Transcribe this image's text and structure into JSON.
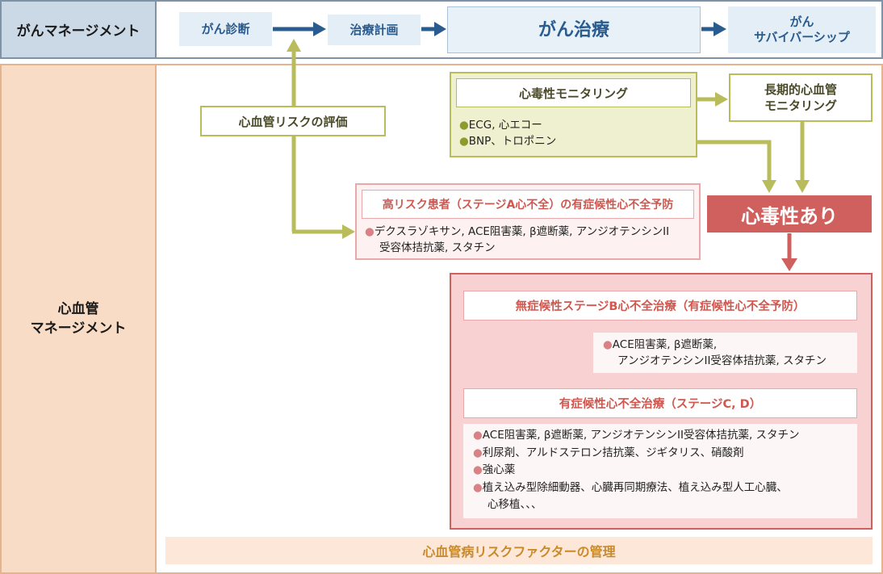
{
  "top": {
    "label": "がんマネージメント",
    "steps": [
      {
        "label": "がん診断"
      },
      {
        "label": "治療計画"
      },
      {
        "label": "がん治療"
      },
      {
        "line1": "がん",
        "line2": "サバイバーシップ"
      }
    ]
  },
  "cardio": {
    "label_line1": "心血管",
    "label_line2": "マネージメント",
    "risk_eval": "心血管リスクの評価",
    "monitoring": {
      "title": "心毒性モニタリング",
      "items": [
        "ECG, 心エコー",
        "BNP、トロポニン"
      ]
    },
    "long_term": {
      "line1": "長期的心血管",
      "line2": "モニタリング"
    },
    "toxicity": "心毒性あり",
    "high_risk": {
      "title": "高リスク患者（ステージA心不全）の有症候性心不全予防",
      "line1": "デクスラゾキサン, ACE阻害薬, β遮断薬, アンジオテンシンII",
      "line2": "受容体拮抗薬, スタチン"
    },
    "stage_b": {
      "title": "無症候性ステージB心不全治療（有症候性心不全予防）",
      "line1": "ACE阻害薬, β遮断薬,",
      "line2": "アンジオテンシンII受容体拮抗薬, スタチン"
    },
    "stage_cd": {
      "title": "有症候性心不全治療（ステージC, D）",
      "items": [
        "ACE阻害薬, β遮断薬, アンジオテンシンII受容体拮抗薬, スタチン",
        "利尿剤、アルドステロン拮抗薬、ジギタリス、硝酸剤",
        "強心薬",
        "植え込み型除細動器、心臓再同期療法、植え込み型人工心臓、"
      ],
      "continuation": "心移植、、、"
    },
    "risk_factor": "心血管病リスクファクターの管理"
  },
  "colors": {
    "navy_arrow": "#2a5b8e",
    "green_arrow": "#b9bc5a",
    "red_arrow": "#d0605e"
  }
}
